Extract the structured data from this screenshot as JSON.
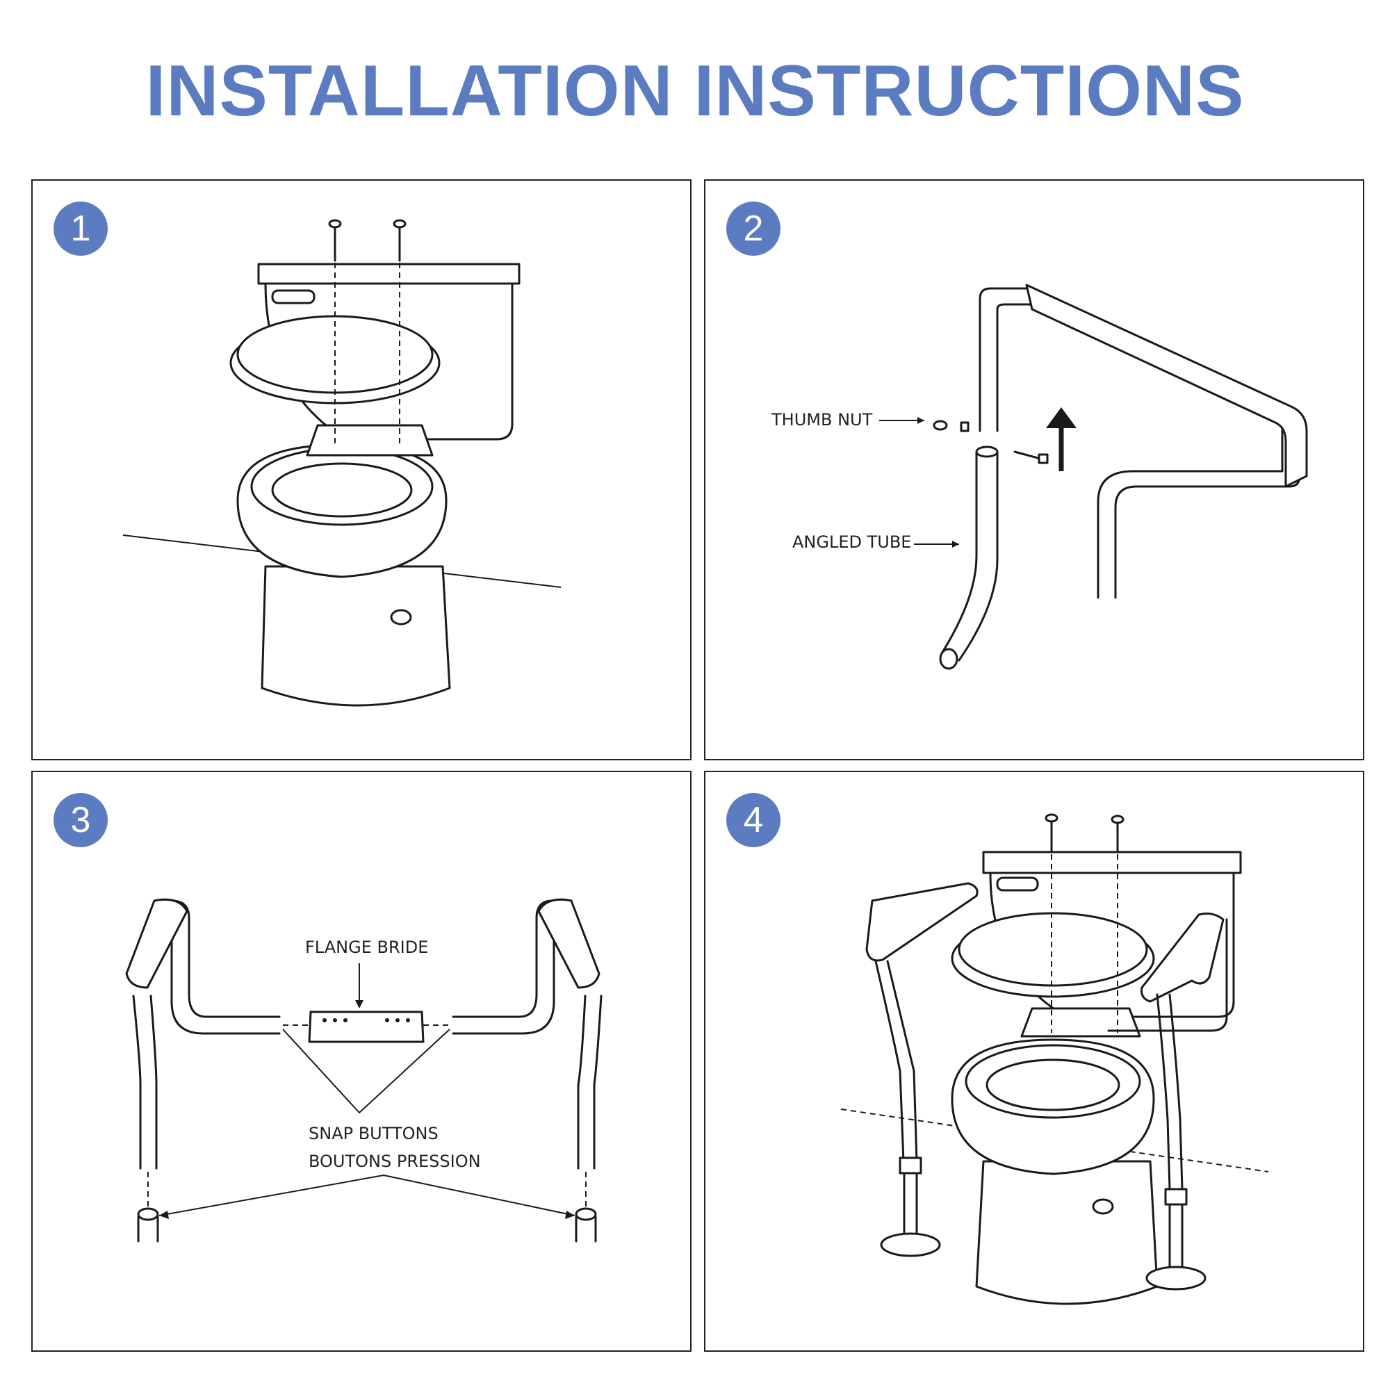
{
  "title": "INSTALLATION INSTRUCTIONS",
  "accent_color": "#5b7cc0",
  "steps": [
    {
      "number": "1"
    },
    {
      "number": "2",
      "labels": {
        "thumb_nut": "THUMB NUT",
        "angled_tube": "ANGLED TUBE"
      }
    },
    {
      "number": "3",
      "labels": {
        "flange": "FLANGE BRIDE",
        "snap_en": "SNAP BUTTONS",
        "snap_fr": "BOUTONS PRESSION"
      }
    },
    {
      "number": "4"
    }
  ]
}
